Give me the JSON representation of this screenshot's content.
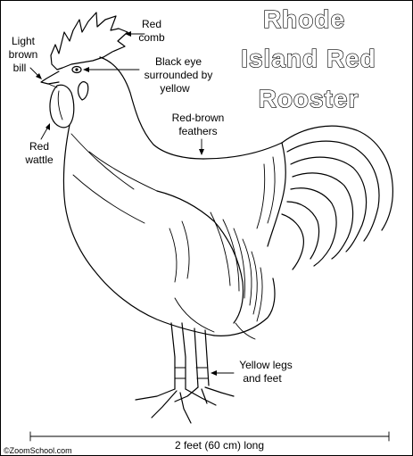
{
  "title": {
    "line1": "Rhode",
    "line2": "Island Red",
    "line3": "Rooster"
  },
  "labels": {
    "comb": [
      "Red",
      "comb"
    ],
    "bill": [
      "Light",
      "brown",
      "bill"
    ],
    "eye": [
      "Black eye",
      "surrounded by",
      "yellow"
    ],
    "feathers": [
      "Red-brown",
      "feathers"
    ],
    "wattle": [
      "Red",
      "wattle"
    ],
    "legs": [
      "Yellow legs",
      "and feet"
    ]
  },
  "scale": {
    "text": "2 feet (60 cm) long"
  },
  "credit": "©ZoomSchool.com"
}
